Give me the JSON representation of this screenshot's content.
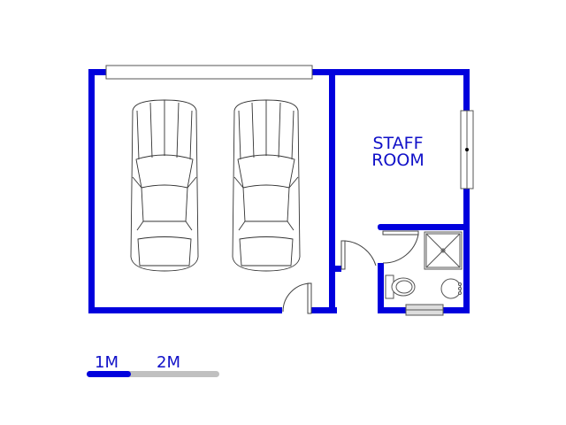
{
  "rooms": [
    {
      "name": "STAFF",
      "name2": "ROOM"
    }
  ],
  "scale": {
    "label_1": "1M",
    "label_2": "2M"
  },
  "colors": {
    "wall": "#0000dd",
    "scale_fill": "#0000dd",
    "scale_rest": "#c0c0c0",
    "text": "#1010c8"
  }
}
